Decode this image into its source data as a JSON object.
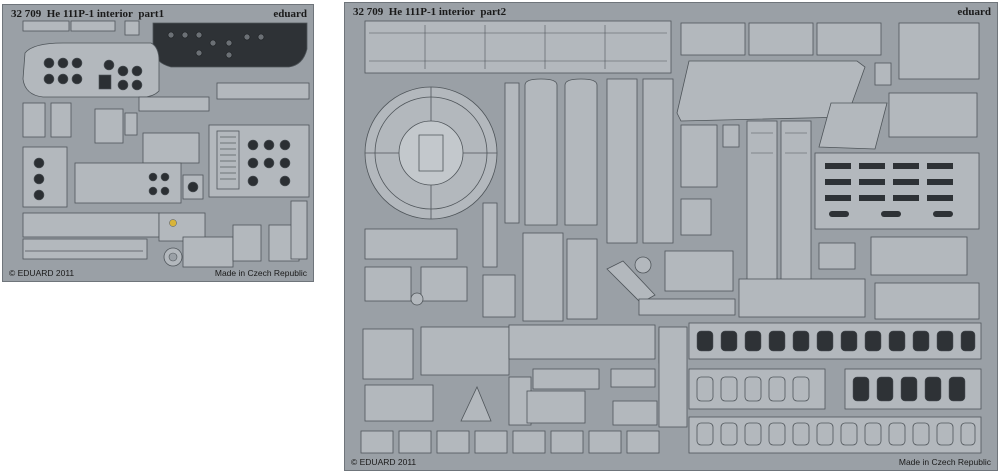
{
  "fret_left": {
    "code": "32 709",
    "title": "He 111P-1 interior",
    "part": "part1",
    "brand": "eduard",
    "copyright": "© EDUARD 2011",
    "made_in": "Made in Czech Republic"
  },
  "fret_right": {
    "code": "32 709",
    "title": "He 111P-1 interior",
    "part": "part2",
    "brand": "eduard",
    "copyright": "© EDUARD 2011",
    "made_in": "Made in Czech Republic"
  }
}
